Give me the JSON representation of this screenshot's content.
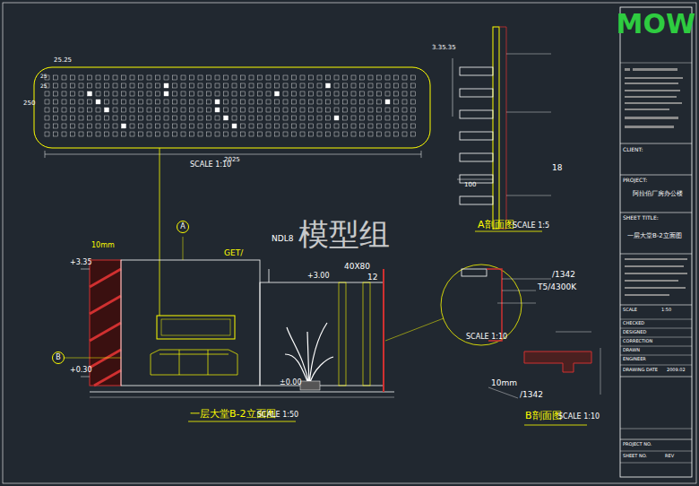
{
  "diagram": {
    "nodes": [
      {
        "text": [
          "A"
        ]
      },
      {
        "text": [
          "B"
        ]
      }
    ],
    "labels": [
      "25.25",
      "25",
      "25",
      "250",
      "2025",
      "SCALE 1:10",
      "10mm",
      "+3.35",
      "NDL8",
      "GET/",
      "+3.00",
      "40X80",
      "12",
      "+0.30",
      "±0.00",
      "一层大堂B-2立面图",
      "SCALE 1:50",
      "模型组",
      "3.35.35",
      "100",
      "18",
      "A剖面图",
      "SCALE 1:5",
      "/1342",
      "T5/4300K",
      "SCALE 1:10",
      "10mm",
      "/1342",
      "B剖面图",
      "SCALE 1:10",
      "MOW",
      "CLIENT:",
      "PROJECT:",
      "阿拉伯厂房办公楼",
      "SHEET TITLE:",
      "一层大堂B-2立面图",
      "SCALE",
      "1:50",
      "CHECKED",
      "DESIGNED",
      "CORRECTION",
      "DRAWN",
      "ENGINEER",
      "DRAWING DATE",
      "2009.02",
      "PROJECT NO.",
      "SHEET NO.",
      "REV"
    ]
  }
}
